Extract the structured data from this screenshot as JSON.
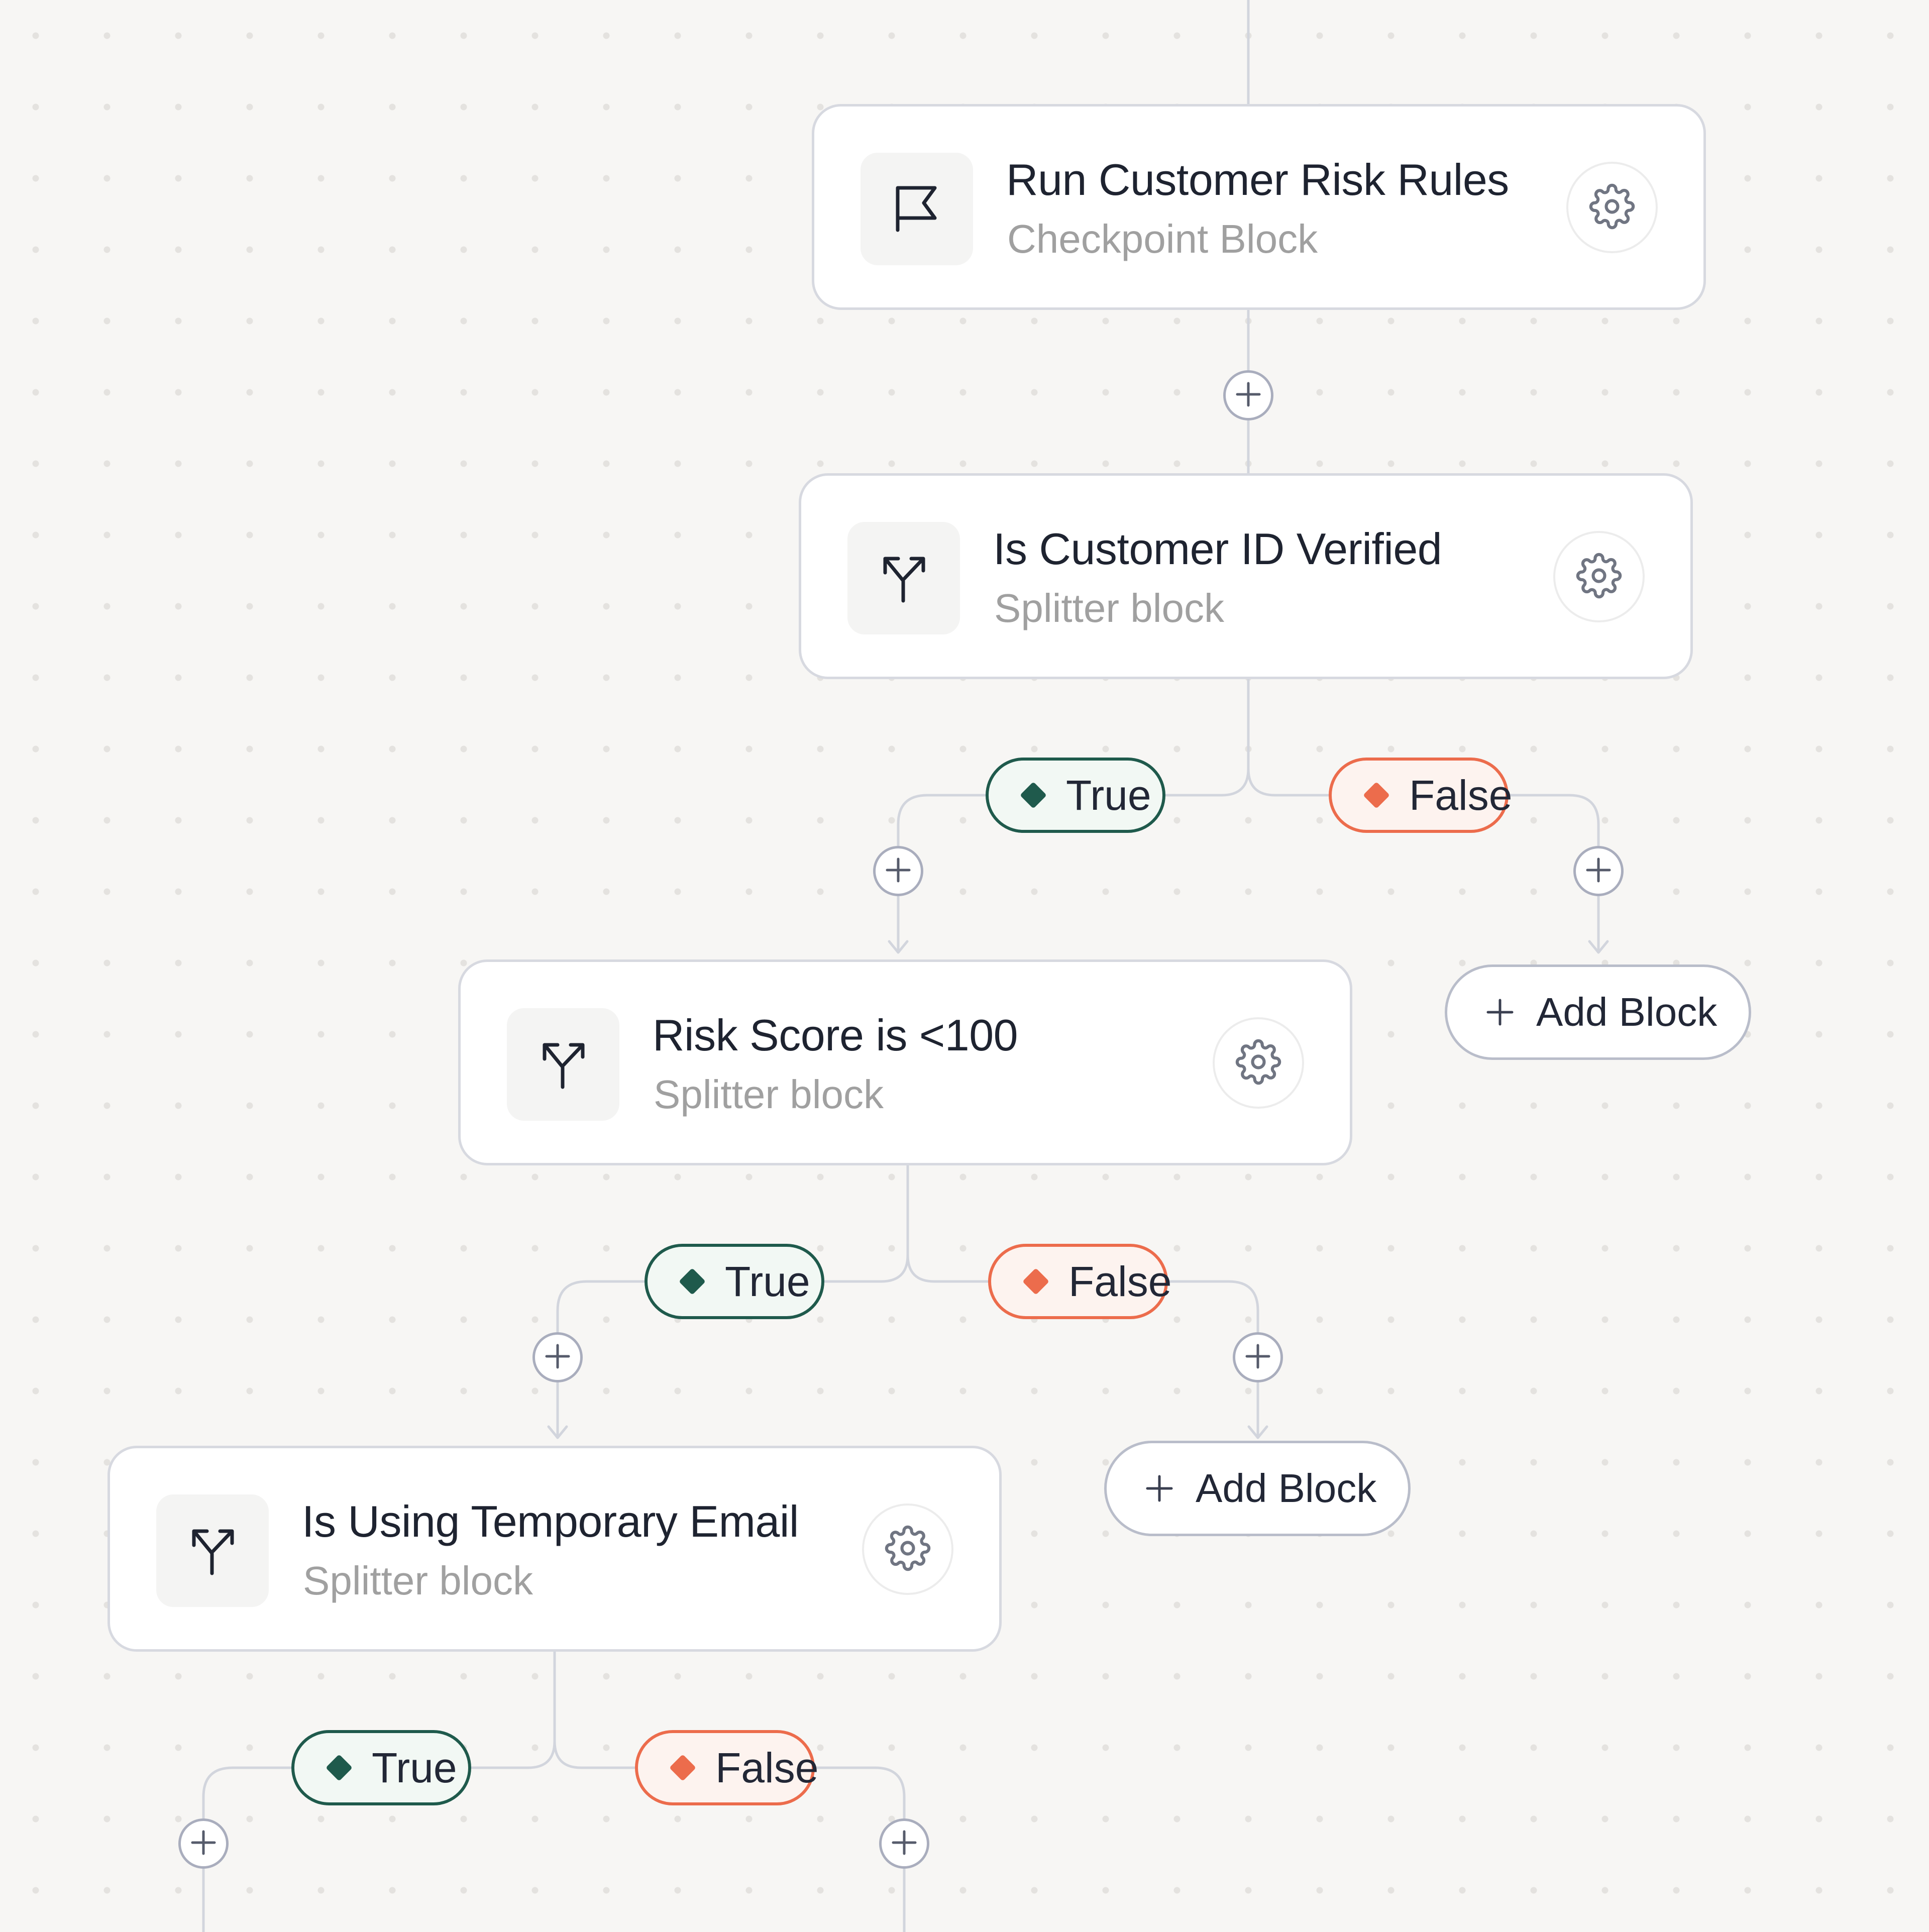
{
  "colors": {
    "canvas": "#f7f6f4",
    "connector": "#d2d5dd",
    "true_accent": "#1f5a4c",
    "false_accent": "#ec6c4c",
    "text_primary": "#1e2330",
    "text_secondary": "#a0a0a0"
  },
  "blocks": [
    {
      "title": "Run Customer Risk Rules",
      "subtitle": "Checkpoint Block",
      "icon": "flag-icon",
      "action_icon": "gear-icon"
    },
    {
      "title": "Is Customer ID Verified",
      "subtitle": "Splitter block",
      "icon": "split-arrows-icon",
      "action_icon": "gear-icon"
    },
    {
      "title": "Risk Score is <100",
      "subtitle": "Splitter block",
      "icon": "split-arrows-icon",
      "action_icon": "gear-icon"
    },
    {
      "title": "Is Using Temporary Email",
      "subtitle": "Splitter block",
      "icon": "split-arrows-icon",
      "action_icon": "gear-icon"
    }
  ],
  "branches": {
    "true_label": "True",
    "false_label": "False"
  },
  "add_block_label": "Add Block"
}
